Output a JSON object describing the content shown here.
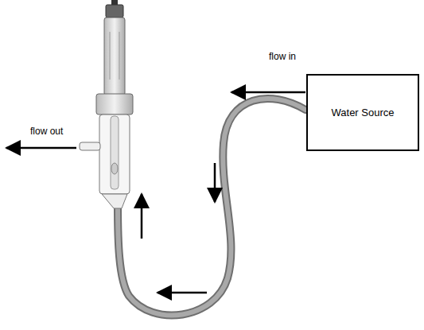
{
  "diagram": {
    "nodes": [
      {
        "text": [
          "Water Source"
        ]
      }
    ],
    "labels": [
      "flow in",
      "flow out"
    ]
  }
}
